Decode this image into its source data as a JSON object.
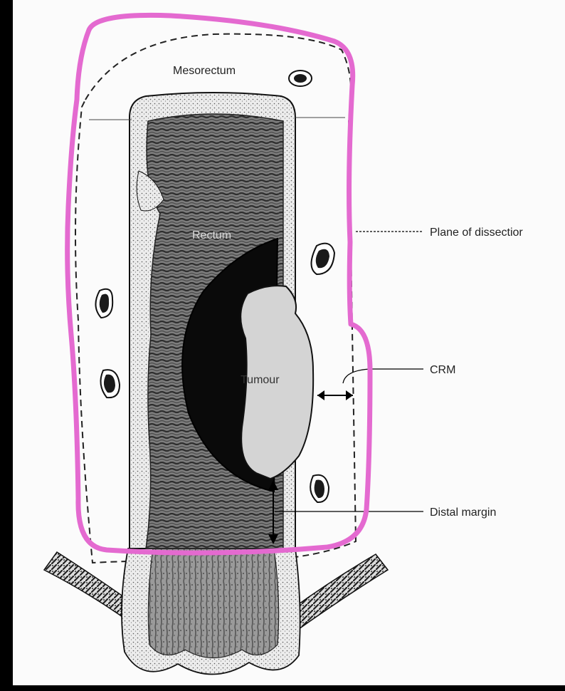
{
  "labels": {
    "mesorectum": "Mesorectum",
    "rectum": "Rectum",
    "tumour": "Tumour",
    "plane_of_dissection": "Plane of dissectior",
    "crm": "CRM",
    "distal_margin": "Distal margin"
  },
  "colors": {
    "highlight_outline": "#e46ad0",
    "tumour_dark": "#0a0a0a",
    "tumour_light": "#d4d4d4",
    "rectal_wall": "#6a6a6a"
  }
}
